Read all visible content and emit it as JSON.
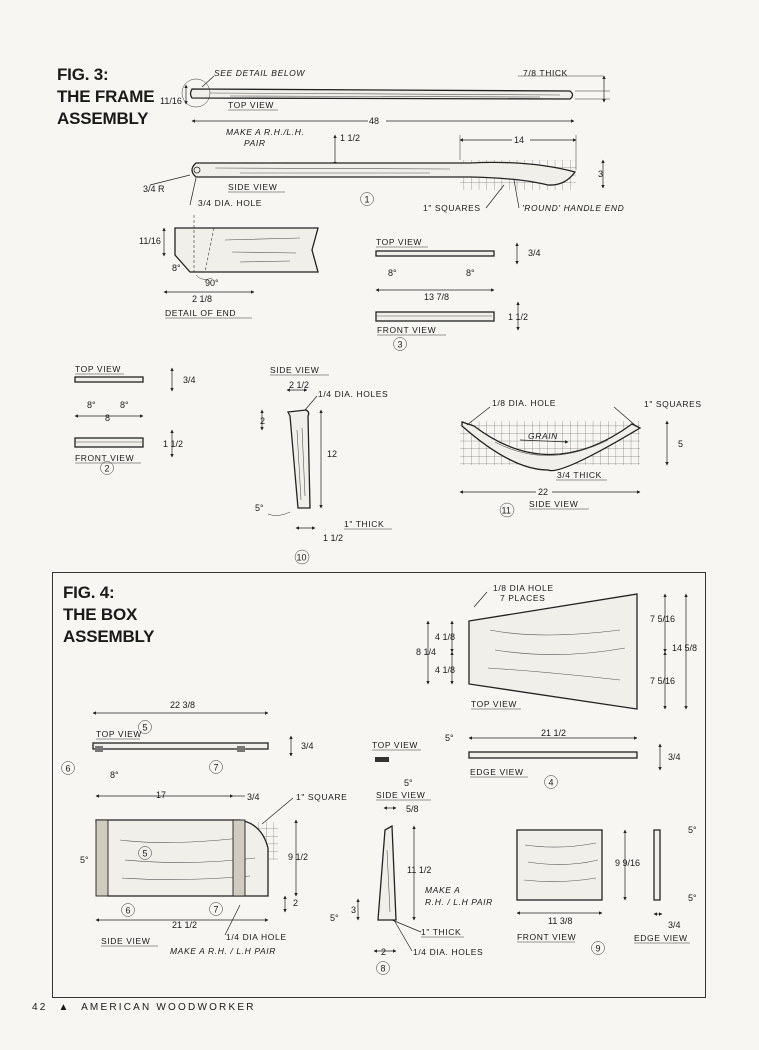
{
  "fig3": {
    "title_line1": "FIG. 3:",
    "title_line2": "THE FRAME",
    "title_line3": "ASSEMBLY",
    "see_detail": "SEE DETAIL BELOW",
    "thick_7_8": "7/8 THICK",
    "dim_11_16": "11/16",
    "top_view": "TOP VIEW",
    "dim_48": "48",
    "make_pair_1": "MAKE A R.H./L.H.",
    "make_pair_2": "PAIR",
    "dim_1_half": "1 1/2",
    "dim_14": "14",
    "dim_3": "3",
    "radius": "3/4 R",
    "side_view": "SIDE VIEW",
    "part_1": "1",
    "squares": "1\" SQUARES",
    "round_handle": "'ROUND' HANDLE END",
    "hole_3_4": "3/4 DIA. HOLE",
    "detail_11_16": "11/16",
    "angle_8": "8°",
    "angle_90": "90°",
    "dim_2_1_8": "2 1/8",
    "detail_end": "DETAIL OF END",
    "p3_top_view": "TOP VIEW",
    "p3_dim_3_4": "3/4",
    "p3_angle_l": "8°",
    "p3_angle_r": "8°",
    "p3_dim_13_7_8": "13 7/8",
    "p3_dim_1_1_2": "1 1/2",
    "p3_front_view": "FRONT VIEW",
    "part_3": "3",
    "p2_top_view": "TOP VIEW",
    "p2_dim_3_4": "3/4",
    "p2_angle_l": "8°",
    "p2_angle_r": "8°",
    "p2_dim_8": "8",
    "p2_dim_1_1_2": "1 1/2",
    "p2_front_view": "FRONT VIEW",
    "part_2": "2",
    "p10_side_view": "SIDE VIEW",
    "p10_dim_2_1_2": "2 1/2",
    "p10_holes": "1/4 DIA. HOLES",
    "p10_dim_2": "2",
    "p10_dim_12": "12",
    "p10_angle_5": "5°",
    "p10_thick": "1\" THICK",
    "p10_dim_1_1_2": "1 1/2",
    "part_10": "10",
    "p11_hole": "1/8 DIA. HOLE",
    "p11_squares": "1\" SQUARES",
    "p11_grain": "GRAIN",
    "p11_dim_5": "5",
    "p11_thick": "3/4 THICK",
    "p11_dim_22": "22",
    "part_11": "11",
    "p11_side_view": "SIDE VIEW"
  },
  "fig4": {
    "title_line1": "FIG. 4:",
    "title_line2": "THE BOX",
    "title_line3": "ASSEMBLY",
    "p4_hole": "1/8 DIA HOLE",
    "p4_places": "7 PLACES",
    "p4_dim_8_1_4": "8 1/4",
    "p4_dim_4_1_8_a": "4 1/8",
    "p4_dim_4_1_8_b": "4 1/8",
    "p4_dim_7_5_16_a": "7 5/16",
    "p4_dim_7_5_16_b": "7 5/16",
    "p4_dim_14_5_8": "14 5/8",
    "p4_top_view": "TOP VIEW",
    "p4_angle_5": "5°",
    "p4_dim_21_1_2": "21 1/2",
    "p4_dim_3_4": "3/4",
    "p4_edge_view": "EDGE VIEW",
    "part_4": "4",
    "p5_dim_22_3_8": "22 3/8",
    "p5_top_view": "TOP VIEW",
    "part_5": "5",
    "p5_dim_3_4": "3/4",
    "part_6": "6",
    "part_7": "7",
    "p5_angle_8": "8°",
    "p5_dim_17": "17",
    "p5_dim_3_4b": "3/4",
    "p5_square": "1\" SQUARE",
    "p5_angle_5": "5°",
    "p5_dim_9_1_2": "9 1/2",
    "p5_dim_2": "2",
    "p5_dim_21_1_2": "21 1/2",
    "p5_side_view": "SIDE VIEW",
    "p5_hole": "1/4 DIA HOLE",
    "p5_pair": "MAKE A R.H. / L.H PAIR",
    "p8_top_view": "TOP VIEW",
    "p8_angle_5": "5°",
    "p8_side_view": "SIDE VIEW",
    "p8_dim_5_8": "5/8",
    "p8_dim_11_1_2": "11 1/2",
    "p8_pair_1": "MAKE A",
    "p8_pair_2": "R.H. / L.H PAIR",
    "p8_angle_5b": "5°",
    "p8_dim_3": "3",
    "p8_thick": "1\" THICK",
    "p8_dim_2": "2",
    "p8_holes": "1/4 DIA. HOLES",
    "part_8": "8",
    "p9_dim_9_9_16": "9 9/16",
    "p9_angle_a": "5°",
    "p9_angle_b": "5°",
    "p9_dim_11_3_8": "11 3/8",
    "p9_front_view": "FRONT VIEW",
    "p9_dim_3_4": "3/4",
    "p9_edge_view": "EDGE VIEW",
    "part_9": "9"
  },
  "footer": {
    "page_number": "42",
    "triangle_icon": "triangle-up-icon",
    "magazine": "AMERICAN WOODWORKER"
  }
}
